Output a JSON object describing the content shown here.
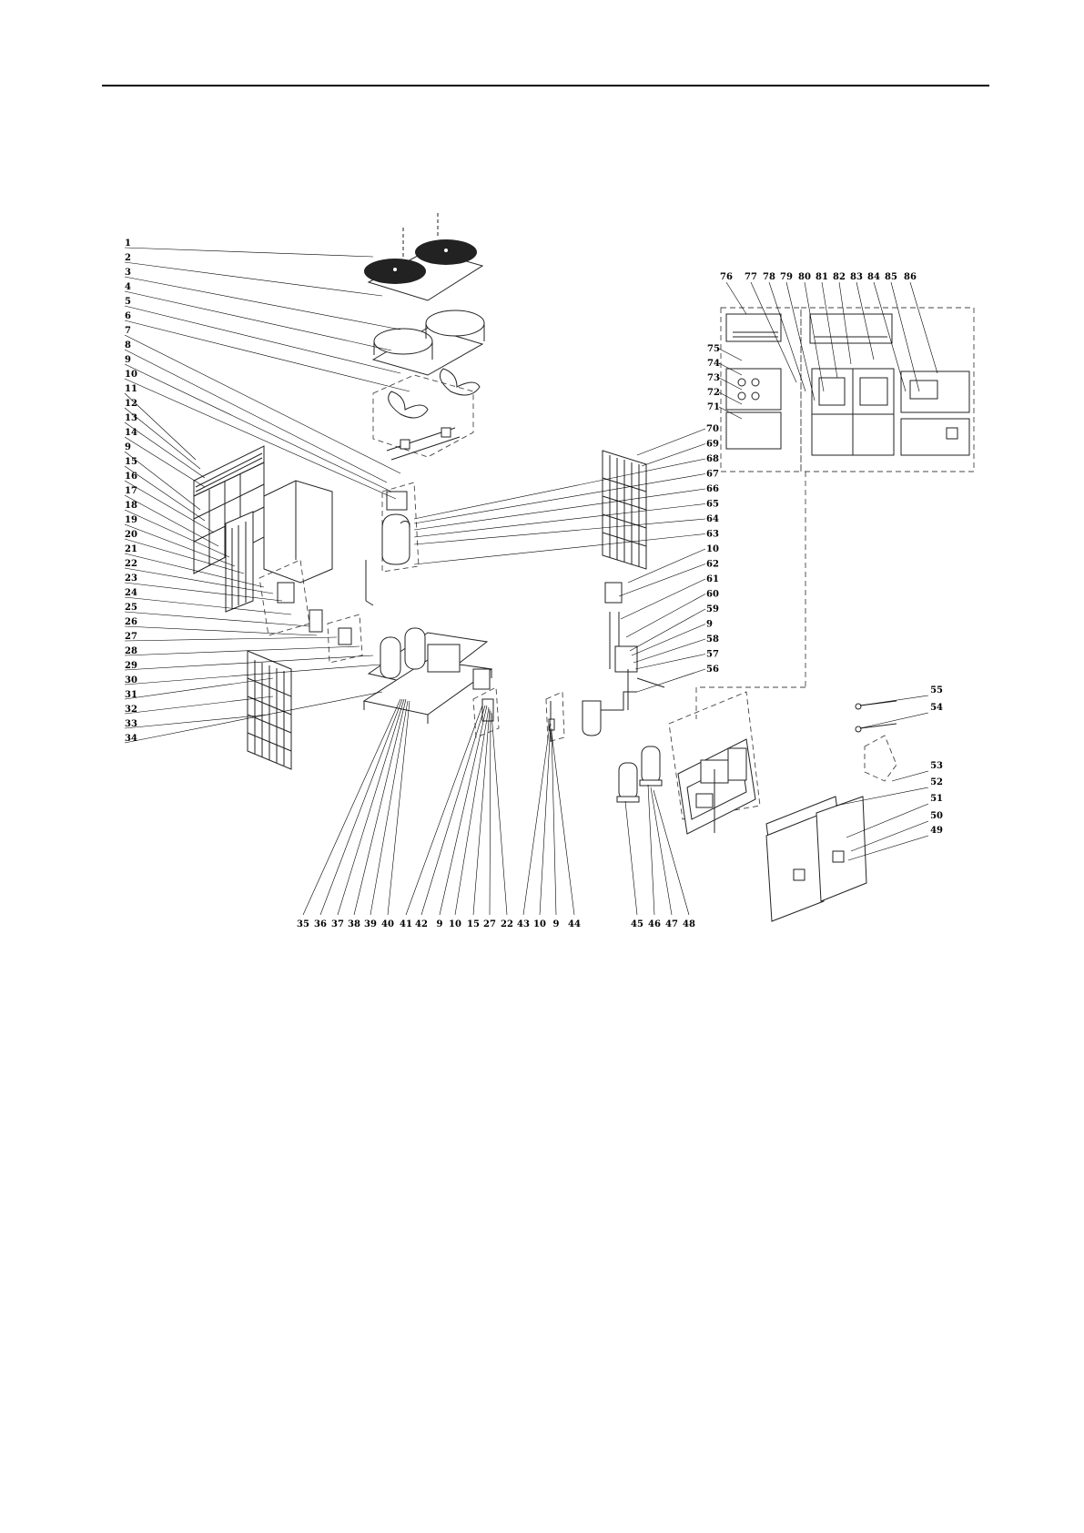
{
  "labels_left": [
    "1",
    "2",
    "3",
    "4",
    "5",
    "6",
    "7",
    "8",
    "9",
    "10",
    "11",
    "12",
    "13",
    "14",
    "9",
    "15",
    "16",
    "17",
    "18",
    "19",
    "20",
    "21",
    "22",
    "23",
    "24",
    "25",
    "26",
    "27",
    "28",
    "29",
    "30",
    "31",
    "32",
    "33",
    "34"
  ],
  "labels_bottom": [
    "35",
    "36",
    "37",
    "38",
    "39",
    "40",
    "41",
    "42",
    "9",
    "10",
    "15",
    "27",
    "22",
    "43",
    "10",
    "9",
    "44",
    "45",
    "46",
    "47",
    "48"
  ],
  "labels_right": [
    "70",
    "69",
    "68",
    "67",
    "66",
    "65",
    "64",
    "63",
    "10",
    "62",
    "61",
    "60",
    "59",
    "9",
    "58",
    "57",
    "56"
  ],
  "labels_top": [
    "76",
    "77",
    "78",
    "79",
    "80",
    "81",
    "82",
    "83",
    "84",
    "85",
    "86"
  ],
  "labels_control": [
    "75",
    "74",
    "73",
    "72",
    "71"
  ],
  "labels_lower_right": [
    "55",
    "54",
    "53",
    "52",
    "51",
    "50",
    "49"
  ]
}
